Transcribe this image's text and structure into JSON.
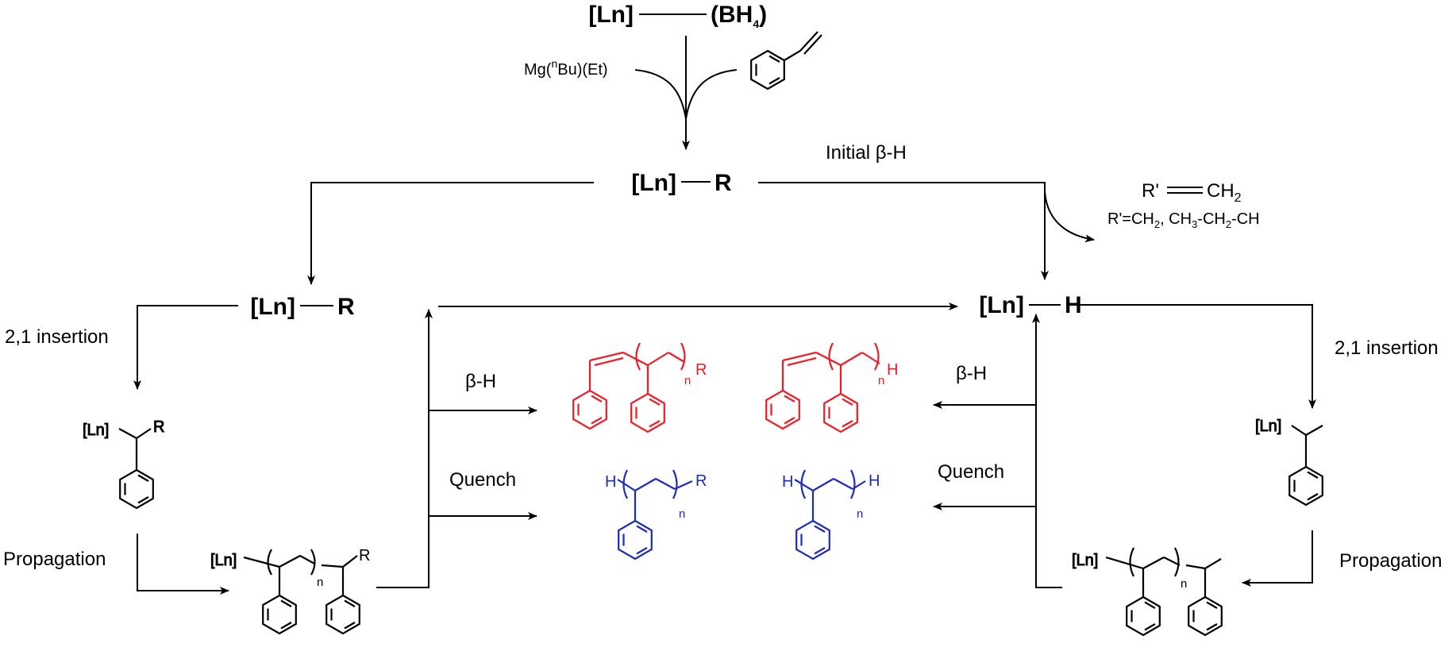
{
  "reagents": {
    "start_complex": "[Ln]",
    "borohydride": "(BH",
    "borohydride_sub": "4",
    "borohydride_close": ")",
    "mg_prefix": "Mg(",
    "mg_sup": "n",
    "mg_suffix": "Bu)(Et)"
  },
  "nodes": {
    "ln_r_top_metal": "[Ln]",
    "ln_r_top_ligand": "R",
    "ln_r_left_metal": "[Ln]",
    "ln_r_left_ligand": "R",
    "ln_h_metal": "[Ln]",
    "ln_h_ligand": "H"
  },
  "labels": {
    "initial_beta_h": "Initial β-H",
    "alkene_left": "R'",
    "alkene_right": "CH",
    "alkene_right_sub": "2",
    "alkene_def_a": "R'=CH",
    "alkene_def_sub": "2",
    "alkene_def_b": ", CH",
    "alkene_def_sub2": "3",
    "alkene_def_c": "-CH",
    "alkene_def_sub3": "2",
    "alkene_def_d": "-CH",
    "insertion_left": "2,1 insertion",
    "insertion_right": "2,1 insertion",
    "propagation_left": "Propagation",
    "propagation_right": "Propagation",
    "beta_h_left": "β-H",
    "beta_h_right": "β-H",
    "quench_left": "Quench",
    "quench_right": "Quench"
  },
  "structures": {
    "ln_label": "[Ln]",
    "r_label": "R",
    "h_label": "H",
    "n_label": "n"
  },
  "colors": {
    "beta_h_products": "#ee1c24",
    "quench_products": "#1c2bb8",
    "line": "#000000"
  }
}
